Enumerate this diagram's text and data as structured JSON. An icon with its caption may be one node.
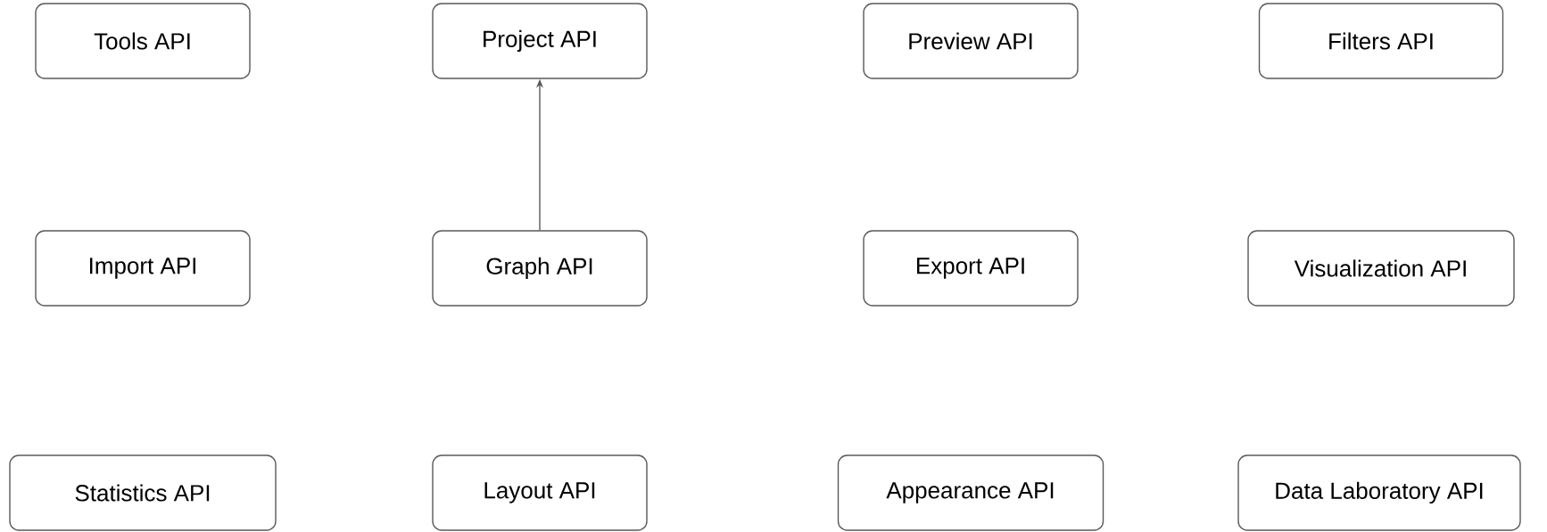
{
  "diagram": {
    "nodes": [
      {
        "text": [
          "Tools API"
        ]
      },
      {
        "text": [
          "Project API"
        ]
      },
      {
        "text": [
          "Preview API"
        ]
      },
      {
        "text": [
          "Filters API"
        ]
      },
      {
        "text": [
          "Import API"
        ]
      },
      {
        "text": [
          "Graph API"
        ]
      },
      {
        "text": [
          "Export API"
        ]
      },
      {
        "text": [
          "Visualization API"
        ]
      },
      {
        "text": [
          "Statistics API"
        ]
      },
      {
        "text": [
          "Layout API"
        ]
      },
      {
        "text": [
          "Appearance API"
        ]
      },
      {
        "text": [
          "Data Laboratory API"
        ]
      }
    ],
    "edges": [
      {
        "from": 5,
        "to": 1,
        "arrow": "to"
      }
    ]
  }
}
